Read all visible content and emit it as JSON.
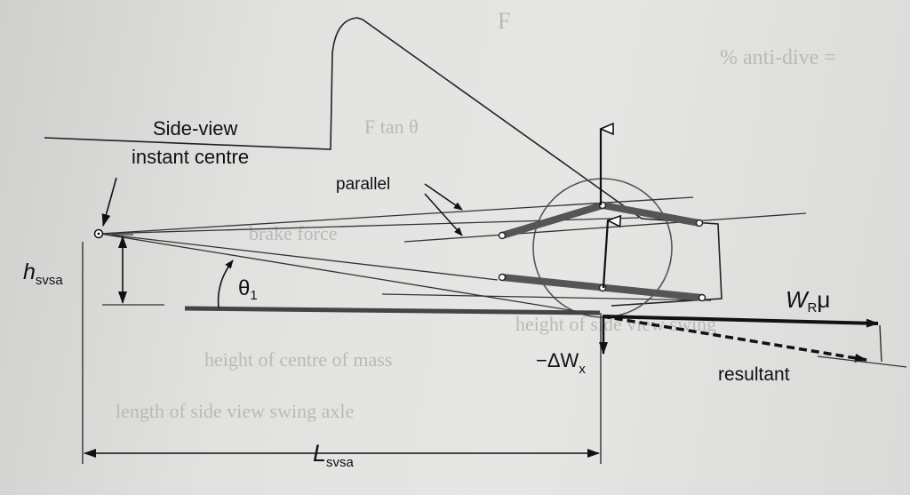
{
  "labels": {
    "ic_line1": "Side-view",
    "ic_line2": "instant centre",
    "parallel": "parallel",
    "h_main": "h",
    "h_sub": "svsa",
    "theta_main": "θ",
    "theta_sub": "1",
    "wr_main": "W",
    "wr_sub": "R",
    "wr_mu": "μ",
    "dw_main": "−ΔW",
    "dw_sub": "x",
    "resultant": "resultant",
    "l_main": "L",
    "l_sub": "svsa"
  },
  "background_text": {
    "t1": "% anti-dive =",
    "t2": "F",
    "t3": "brake force",
    "t4": "height of side view swing",
    "t5": "height of centre of mass",
    "t6": "length of side view swing axle",
    "t7": "F tan θ"
  },
  "colors": {
    "ink": "#111111",
    "link": "#555555",
    "bg": "#e2e2e0"
  }
}
